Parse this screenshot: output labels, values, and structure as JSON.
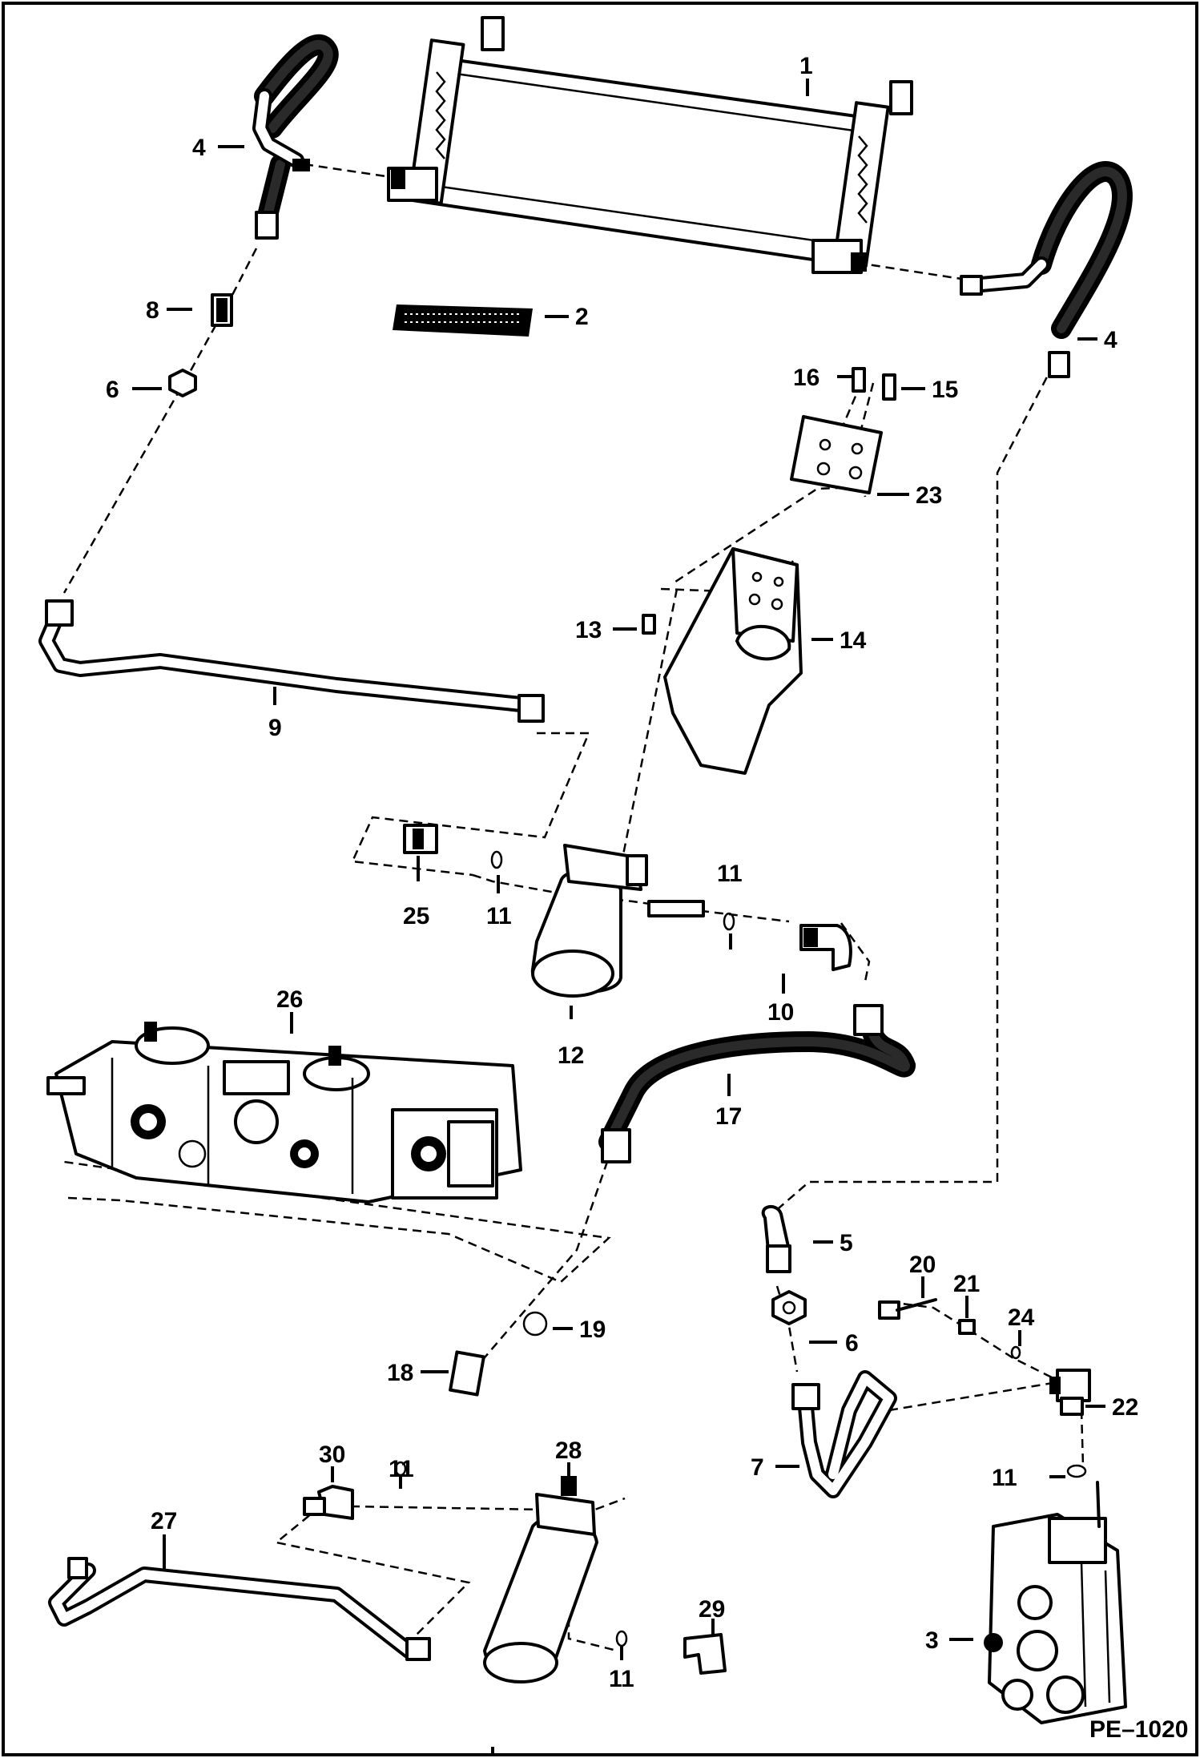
{
  "callouts": {
    "c1": "1",
    "c2": "2",
    "c3": "3",
    "c4a": "4",
    "c4b": "4",
    "c5": "5",
    "c6a": "6",
    "c6b": "6",
    "c7": "7",
    "c8": "8",
    "c9": "9",
    "c10": "10",
    "c11a": "11",
    "c11b": "11",
    "c11c": "11",
    "c11d": "11",
    "c11e": "11",
    "c12": "12",
    "c13": "13",
    "c14": "14",
    "c15": "15",
    "c16": "16",
    "c17": "17",
    "c18": "18",
    "c19": "19",
    "c20": "20",
    "c21": "21",
    "c22": "22",
    "c23": "23",
    "c24": "24",
    "c25": "25",
    "c26": "26",
    "c27": "27",
    "c28": "28",
    "c29": "29",
    "c30": "30"
  },
  "figure_ref": "PE–1020"
}
